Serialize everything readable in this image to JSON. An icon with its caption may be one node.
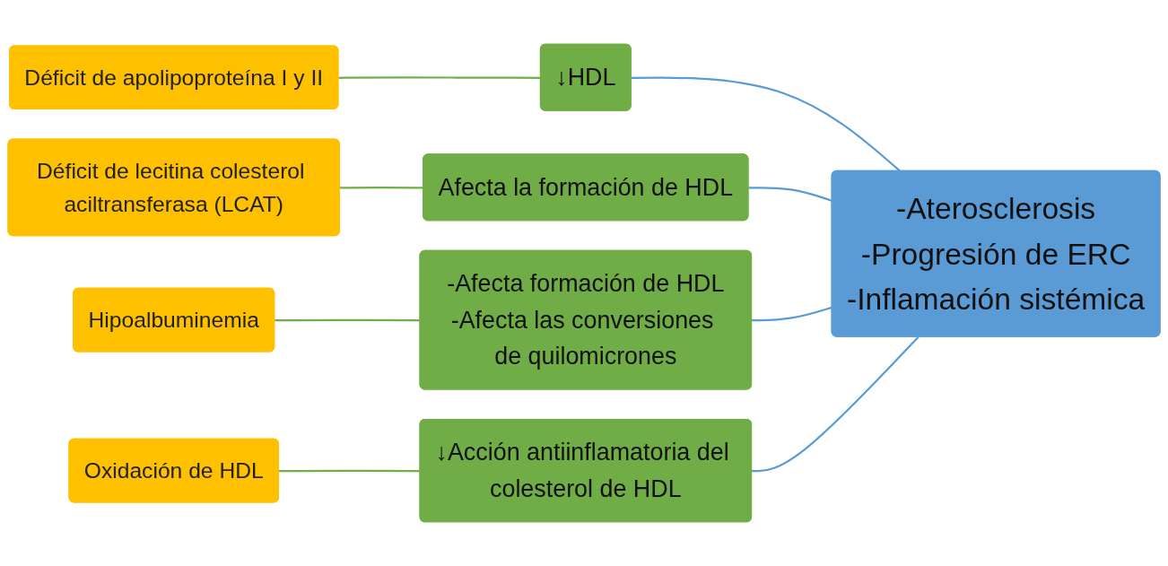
{
  "diagram": {
    "nodes": [
      {
        "text": [
          "Déficit de apolipoproteína I y II"
        ]
      },
      {
        "text": [
          "↓HDL"
        ]
      },
      {
        "text": [
          "Déficit de lecitina colesterol aciltransferasa (LCAT)"
        ]
      },
      {
        "text": [
          "Afecta la formación de HDL"
        ]
      },
      {
        "text": [
          "Hipoalbuminemia"
        ]
      },
      {
        "text": [
          "-Afecta formación de HDL",
          "-Afecta las conversiones de quilomicrones"
        ]
      },
      {
        "text": [
          "Oxidación de HDL"
        ]
      },
      {
        "text": [
          "↓Acción antiinflamatoria del colesterol de HDL"
        ]
      },
      {
        "text": [
          "-Aterosclerosis",
          "-Progresión de ERC",
          "-Inflamación sistémica"
        ]
      }
    ],
    "edges": [
      {
        "from": 0,
        "to": 1,
        "arrow": "none",
        "color": "#70ad47"
      },
      {
        "from": 2,
        "to": 3,
        "arrow": "none",
        "color": "#70ad47"
      },
      {
        "from": 4,
        "to": 5,
        "arrow": "none",
        "color": "#70ad47"
      },
      {
        "from": 6,
        "to": 7,
        "arrow": "none",
        "color": "#70ad47"
      },
      {
        "from": 1,
        "to": 8,
        "arrow": "none",
        "color": "#5b9bd5"
      },
      {
        "from": 3,
        "to": 8,
        "arrow": "none",
        "color": "#5b9bd5"
      },
      {
        "from": 5,
        "to": 8,
        "arrow": "none",
        "color": "#5b9bd5"
      },
      {
        "from": 7,
        "to": 8,
        "arrow": "none",
        "color": "#5b9bd5"
      }
    ]
  }
}
